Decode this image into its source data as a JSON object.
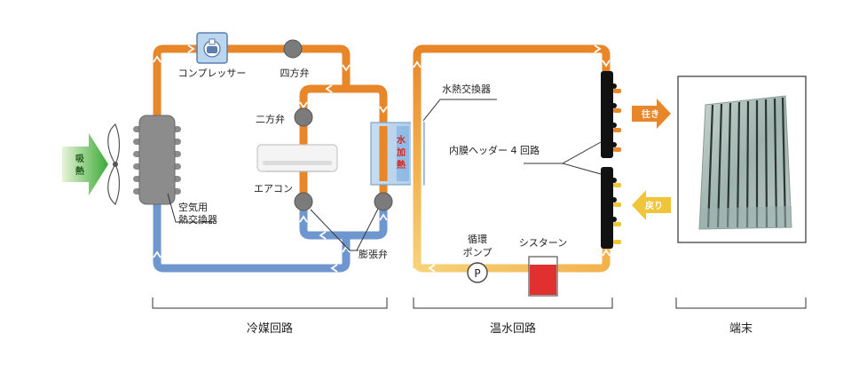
{
  "colors": {
    "hot": "#e8862a",
    "warm": "#f3b24e",
    "lukewarm": "#f6d27a",
    "cold": "#6f97cf",
    "unit_gray": "#8c8c8c",
    "valve_gray": "#7b7b7b",
    "green": "#3aa935",
    "red": "#e03030",
    "exchanger_blue": "#bcd6ee"
  },
  "labels": {
    "compressor": "コンプレッサー",
    "four_way_valve": "四方弁",
    "two_way_valve": "二方弁",
    "air_conditioner": "エアコン",
    "air_heat_exchanger_l1": "空気用",
    "air_heat_exchanger_l2": "熱交換器",
    "expansion_valve": "膨張弁",
    "water_heat_exchanger": "水熱交換器",
    "water_heating": "水加熱",
    "header": "内膜ヘッダー 4 回路",
    "pump_l1": "循環",
    "pump_l2": "ポンプ",
    "pump_symbol": "P",
    "cistern": "シスターン",
    "supply": "往き",
    "return": "戻り",
    "heat_absorb": "吸熱"
  },
  "sections": {
    "refrigerant": "冷媒回路",
    "hot_water": "温水回路",
    "terminal": "端末"
  },
  "icons": [
    "fan-icon",
    "compressor-icon",
    "air-conditioner-icon",
    "pump-icon",
    "cistern-icon",
    "valve-icon",
    "arrow-icon"
  ]
}
